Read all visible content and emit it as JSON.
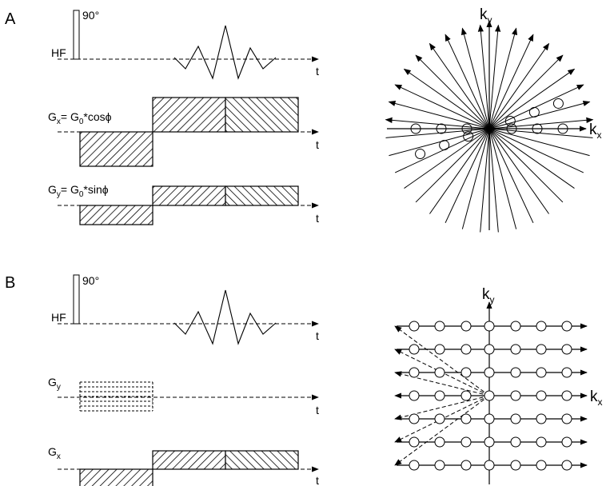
{
  "panel_a": {
    "label": "A",
    "flip_label": "90°",
    "hf_label": "HF",
    "gx_label": {
      "g": "G",
      "g_sub": "x",
      "eq": "= G",
      "eq_sub": "0",
      "rest": "*cosϕ"
    },
    "gy_label": {
      "g": "G",
      "g_sub": "y",
      "eq": "= G",
      "eq_sub": "0",
      "rest": "*sinϕ"
    },
    "time_label": "t",
    "kx_label": {
      "k": "k",
      "sub": "x"
    },
    "ky_label": {
      "k": "k",
      "sub": "y"
    }
  },
  "panel_b": {
    "label": "B",
    "flip_label": "90°",
    "hf_label": "HF",
    "gy_label": {
      "g": "G",
      "g_sub": "y"
    },
    "gx_label": {
      "g": "G",
      "g_sub": "x"
    },
    "time_label": "t",
    "kx_label": {
      "k": "k",
      "sub": "x"
    },
    "ky_label": {
      "k": "k",
      "sub": "y"
    }
  },
  "colors": {
    "ink": "#000000",
    "background": "#ffffff"
  }
}
